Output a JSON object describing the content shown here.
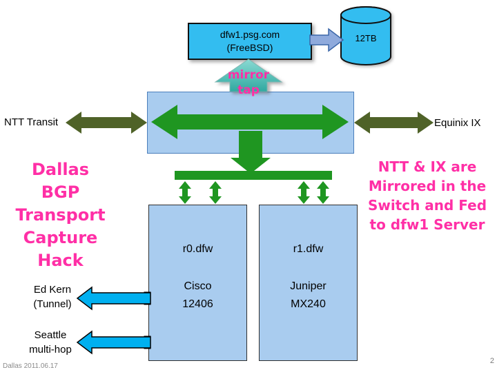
{
  "colors": {
    "magenta": "#FF2FA6",
    "green": "#1F9621",
    "olive": "#4F6228",
    "cyan": "#00B0F0",
    "box-blue": "#A9CCEF",
    "server-cyan": "#33BDF0",
    "arrow-blue": "#8FAADC",
    "arrow-blue-stroke": "#3A66A8",
    "teal-light": "#8BDAD3",
    "teal-dark": "#2FA8A0"
  },
  "server": {
    "line1": "dfw1.psg.com",
    "line2": "(FreeBSD)"
  },
  "storage": {
    "label": "12TB"
  },
  "mirror": {
    "line1": "mirror",
    "line2": "tap"
  },
  "links": {
    "left": "NTT Transit",
    "right": "Equinix IX"
  },
  "title": {
    "lines": [
      "Dallas",
      "BGP",
      "Transport",
      "Capture",
      "Hack"
    ]
  },
  "note": {
    "lines": [
      "NTT & IX are",
      "Mirrored in the",
      "Switch and Fed",
      "to dfw1 Server"
    ]
  },
  "routers": {
    "r0": {
      "name": "r0.dfw",
      "vendor": "Cisco",
      "model": "12406"
    },
    "r1": {
      "name": "r1.dfw",
      "vendor": "Juniper",
      "model": "MX240"
    }
  },
  "tunnels": {
    "edkern": {
      "line1": "Ed Kern",
      "line2": "(Tunnel)"
    },
    "seattle": {
      "line1": "Seattle",
      "line2": "multi-hop"
    }
  },
  "footer": {
    "date": "Dallas 2011.06.17",
    "page": "2"
  }
}
